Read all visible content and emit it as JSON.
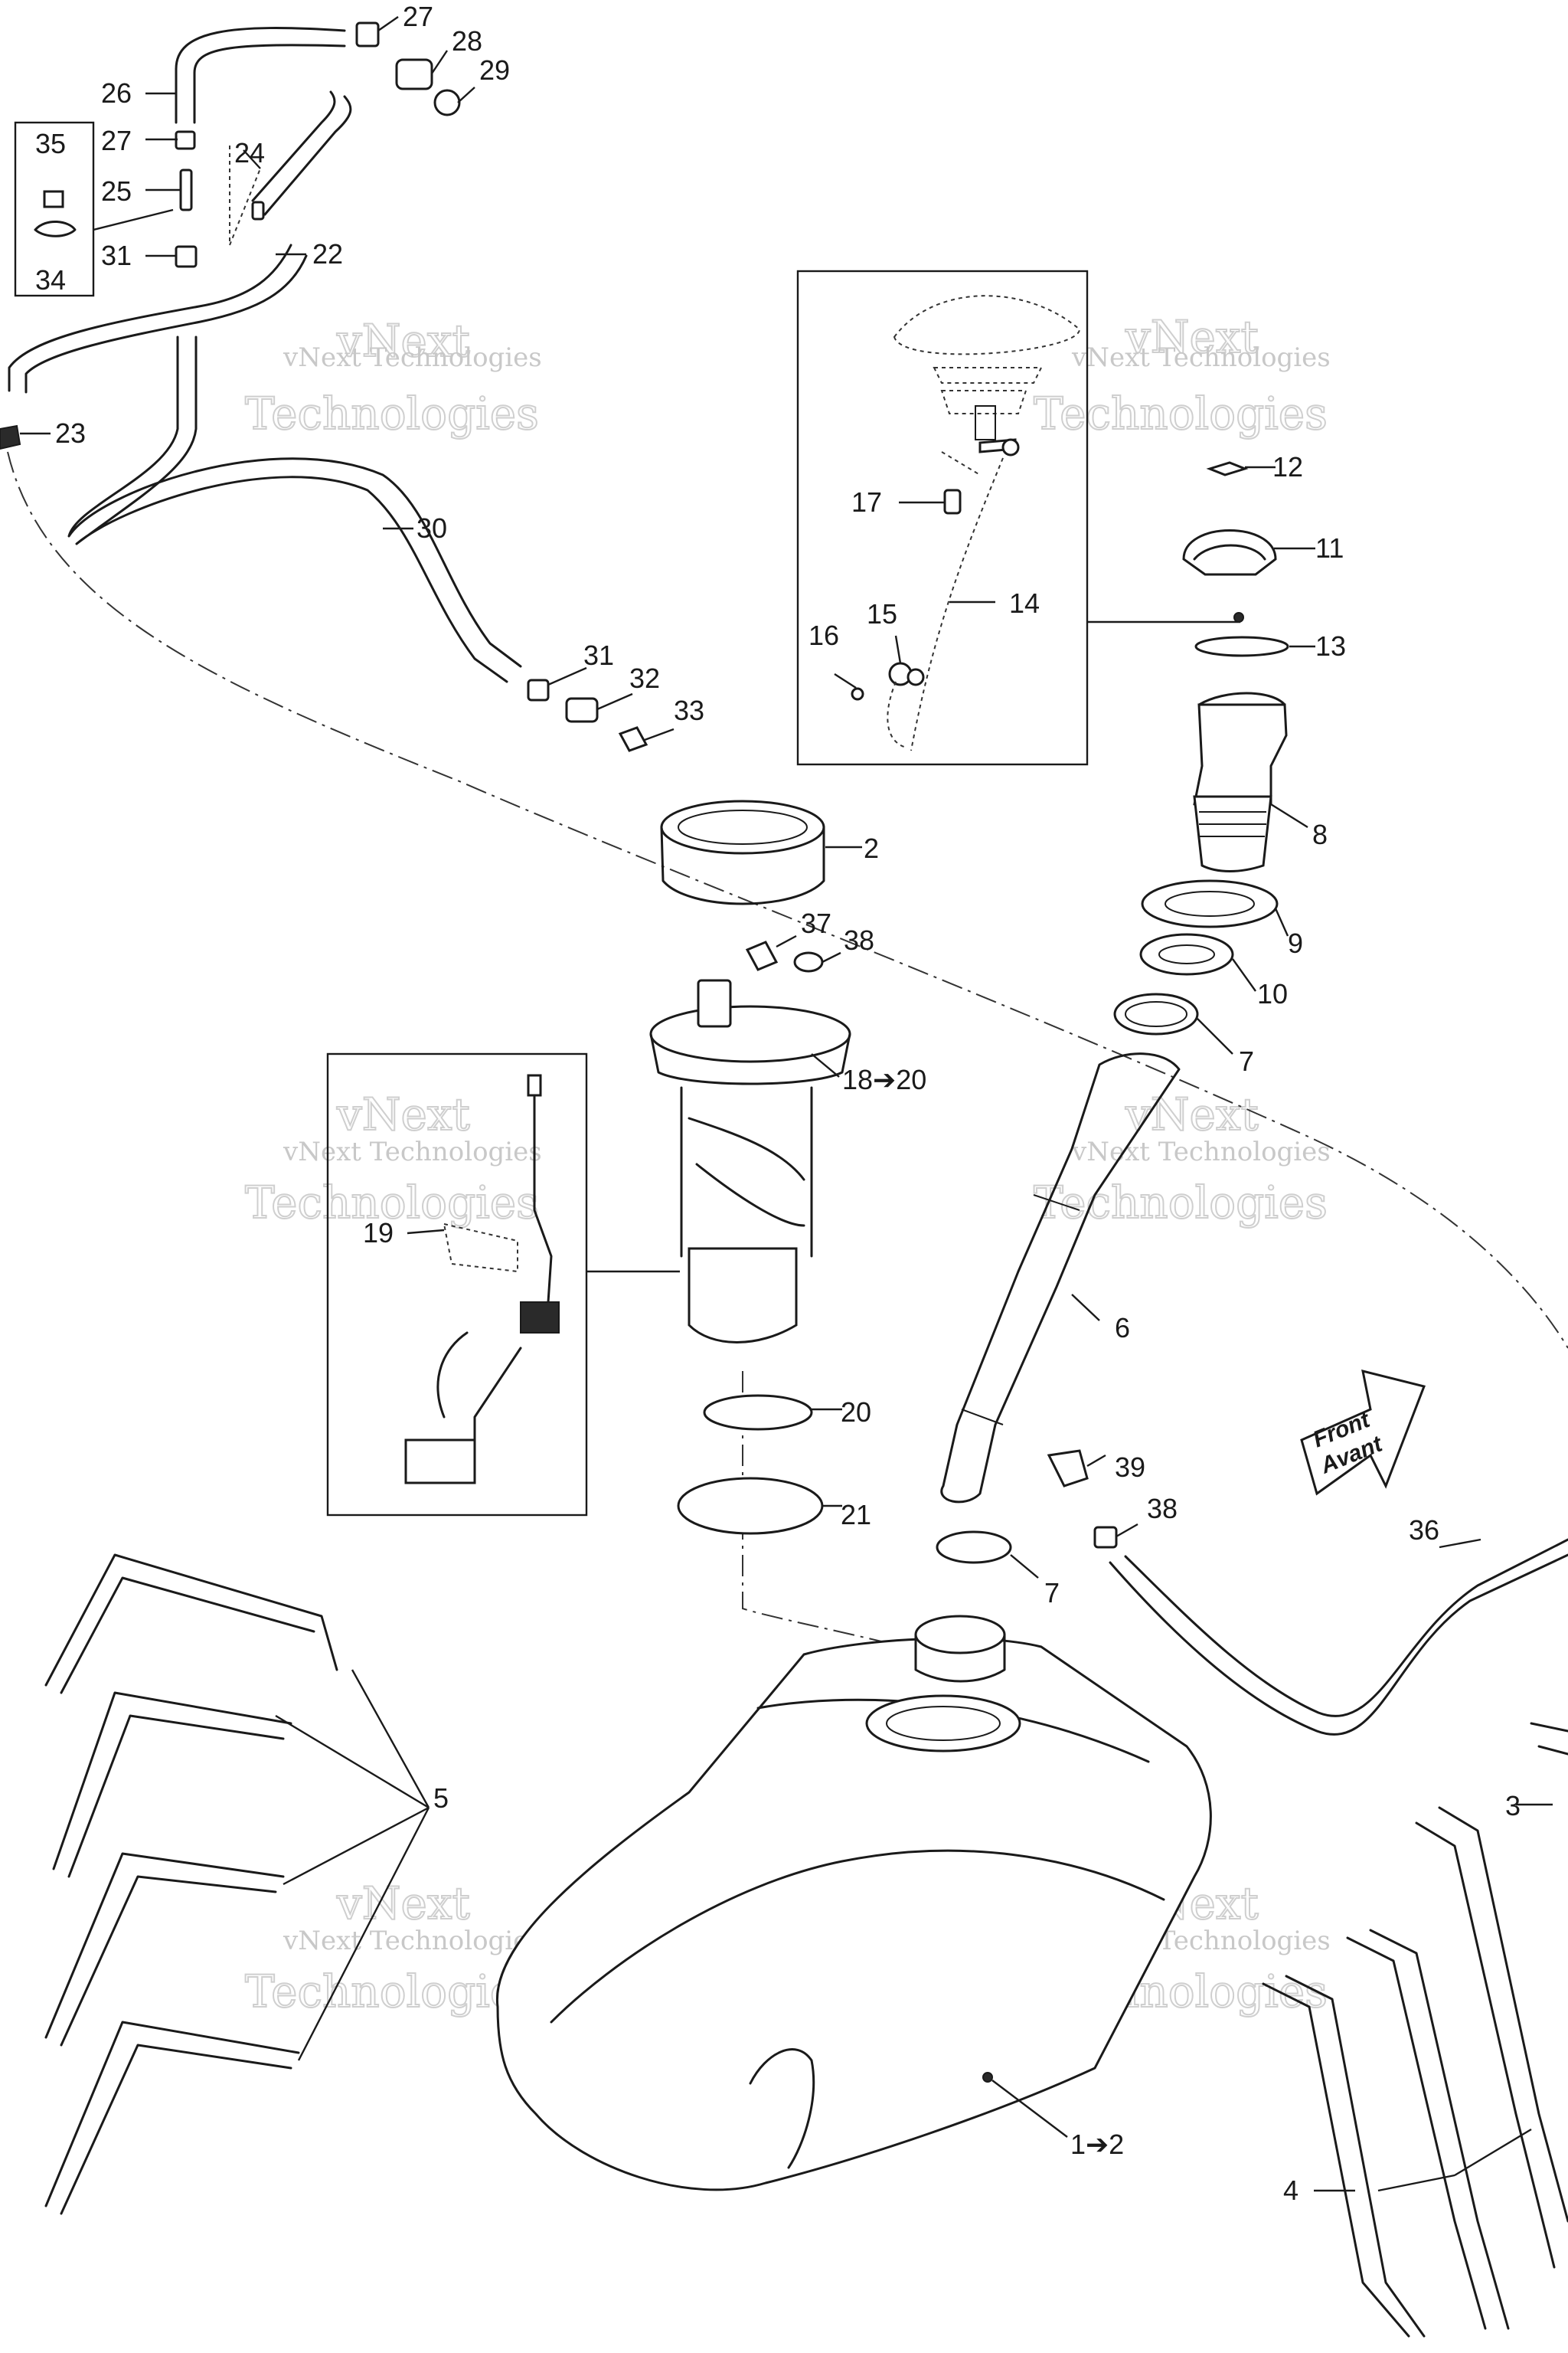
{
  "watermark": {
    "line1": "vNext",
    "line2": "vNext Technologies",
    "line3": "Technologies"
  },
  "front_arrow": {
    "line1": "Front",
    "line2": "Avant"
  },
  "callouts": [
    "27",
    "28",
    "29",
    "26",
    "27",
    "24",
    "25",
    "35",
    "34",
    "31",
    "22",
    "23",
    "30",
    "31",
    "32",
    "33",
    "17",
    "14",
    "15",
    "16",
    "12",
    "11",
    "13",
    "8",
    "2",
    "37",
    "38",
    "9",
    "10",
    "7",
    "18➔20",
    "19",
    "6",
    "20",
    "21",
    "39",
    "38",
    "7",
    "36",
    "5",
    "3",
    "1➔2",
    "4"
  ]
}
